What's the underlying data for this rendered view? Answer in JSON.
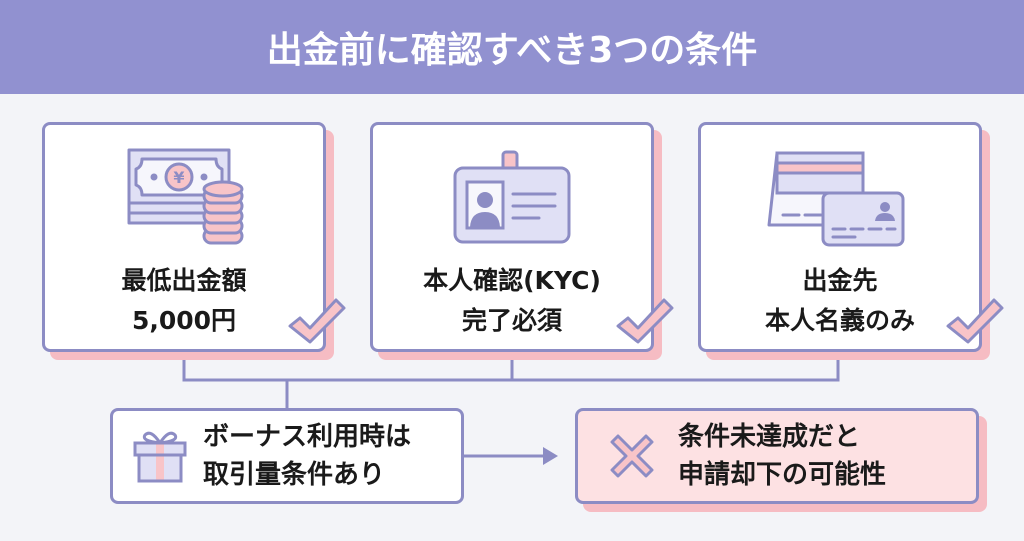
{
  "header": {
    "title": "出金前に確認すべき3つの条件"
  },
  "cards": [
    {
      "icon": "money-coins-icon",
      "line1": "最低出金額",
      "line2": "5,000円",
      "status_icon": "check-icon"
    },
    {
      "icon": "id-card-icon",
      "line1": "本人確認(KYC)",
      "line2": "完了必須",
      "status_icon": "check-icon"
    },
    {
      "icon": "bank-card-id-icon",
      "line1": "出金先",
      "line2": "本人名義のみ",
      "status_icon": "check-icon"
    }
  ],
  "bonus_box": {
    "icon": "gift-icon",
    "line1": "ボーナス利用時は",
    "line2": "取引量条件あり"
  },
  "reject_box": {
    "icon": "cross-icon",
    "line1": "条件未達成だと",
    "line2": "申請却下の可能性"
  },
  "colors": {
    "header_bg": "#9191d0",
    "accent_purple": "#8c8cc4",
    "accent_pink": "#f6bcc3",
    "icon_fill_purple": "#e0e0f5",
    "icon_fill_pink": "#f8c4c8",
    "reject_bg": "#fde1e3",
    "page_bg": "#f3f4f8"
  }
}
